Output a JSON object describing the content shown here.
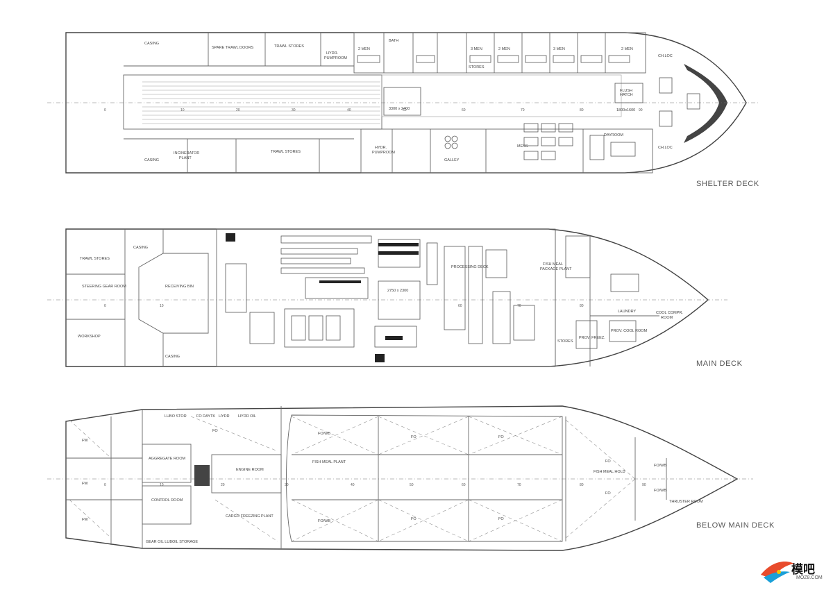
{
  "decks": [
    {
      "title": "SHELTER DECK",
      "labels": [
        "CASING",
        "SPARE TRAWL DOORS",
        "TRAWL STORES",
        "HYDR. PUMPROOM",
        "BATH",
        "2 MEN",
        "3 MEN",
        "FLUSH HATCH",
        "1800x1600",
        "3300 x 2400",
        "STORES",
        "INCINERATOR PLANT",
        "TRAWL STORES",
        "HYDR. PUMPROOM",
        "GALLEY",
        "MESS",
        "DAYROOM",
        "CH.LOC",
        "CH.LOC"
      ],
      "frames": [
        "0",
        "10",
        "20",
        "30",
        "40",
        "50",
        "60",
        "70",
        "80",
        "90"
      ]
    },
    {
      "title": "MAIN DECK",
      "labels": [
        "TRAWL STORES",
        "CASING",
        "STEERING GEAR ROOM",
        "RECEIVING BIN",
        "WORKSHOP",
        "CASING",
        "PROCESSING DECK",
        "2750 x 2300",
        "FISH MEAL PACKAGE PLANT",
        "LAUNDRY",
        "COOL COMPR. ROOM",
        "STORES",
        "PROV. FREEZ.",
        "PROV. COOL ROOM"
      ],
      "frames": [
        "0",
        "10",
        "60",
        "70",
        "80"
      ]
    },
    {
      "title": "BELOW MAIN DECK",
      "labels": [
        "FW",
        "FW",
        "FW",
        "LUBO STOR",
        "FO DAYTK",
        "HYDR",
        "HYDR OIL",
        "FO",
        "AGGREGATE ROOM",
        "CONTROL ROOM",
        "ENGINE ROOM",
        "CARGO FREEZING PLANT",
        "FISH MEAL PLANT",
        "FO/WB",
        "FO",
        "FO",
        "FO/WB",
        "FO",
        "FO",
        "FISH MEAL HOLD",
        "FO",
        "FO",
        "FO/WB",
        "FO/WB",
        "THRUSTER ROOM",
        "GEAR OIL LUBOIL STORAGE"
      ],
      "frames": [
        "0",
        "10",
        "20",
        "30",
        "40",
        "50",
        "60",
        "70",
        "80",
        "90"
      ]
    }
  ],
  "logo": {
    "name": "模吧",
    "sub": "MOZ8.COM"
  }
}
